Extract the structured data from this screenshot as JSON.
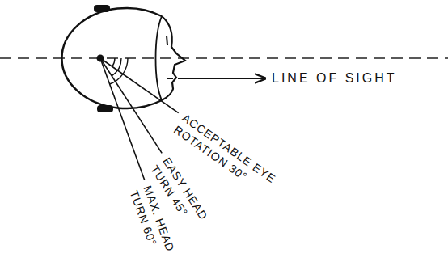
{
  "diagram": {
    "labels": [
      "LINE OF SIGHT",
      "ACCEPTABLE EYE ROTATION 30°",
      "EASY HEAD TURN 45°",
      "MAX. HEAD TURN 60°"
    ]
  }
}
